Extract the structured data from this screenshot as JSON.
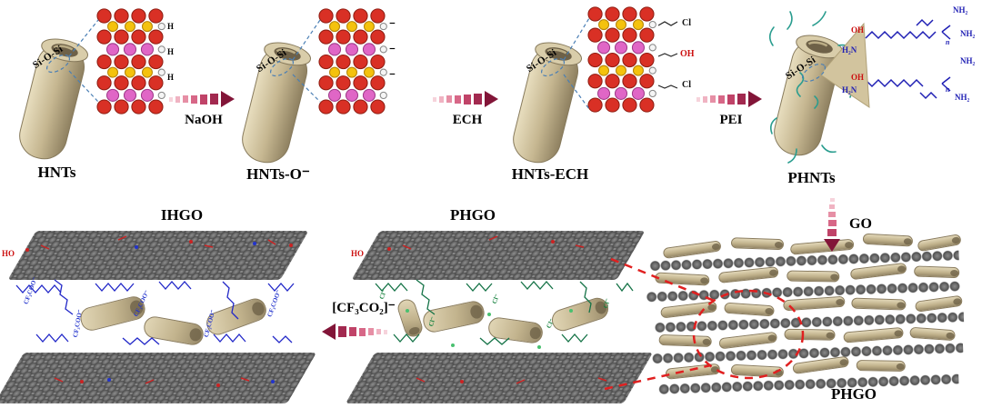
{
  "steps": [
    {
      "label": "HNTs",
      "si_label": "Si-O-Si"
    },
    {
      "label": "HNTs-O⁻",
      "si_label": "Si-O-Si"
    },
    {
      "label": "HNTs-ECH",
      "si_label": "Si-O-Si"
    },
    {
      "label": "PHNTs",
      "si_label": "Si-O-Si"
    }
  ],
  "reaction_arrows": {
    "naoh": "NaOH",
    "ech": "ECH",
    "pei": "PEI",
    "go": "GO",
    "anion_exchange": "[CF₃CO₂]⁻"
  },
  "crystal_hnts": {
    "h_labels": [
      "H",
      "H",
      "H"
    ]
  },
  "crystal_hnts_o": {
    "minus_labels": [
      "⁻",
      "⁻",
      "⁻"
    ]
  },
  "crystal_ech": {
    "group_labels": [
      {
        "text": "Cl",
        "color": "#111111"
      },
      {
        "text": "OH",
        "color": "#cc1111"
      },
      {
        "text": "Cl",
        "color": "#111111"
      }
    ]
  },
  "pei_detail": {
    "oh_labels": [
      "OH",
      "OH"
    ],
    "amine_labels": [
      "NH₂",
      "NH₂",
      "n",
      "H₂N",
      "H₂N",
      "NH₂",
      "n",
      "NH₂"
    ]
  },
  "composites": {
    "ihgo": {
      "title": "IHGO",
      "edge_label": "HO",
      "chain_label": "CF₃COO⁻"
    },
    "phgo_mid": {
      "title": "PHGO",
      "edge_label": "HO",
      "chain_label": "Cl⁻"
    },
    "phgo_right": {
      "title": "PHGO"
    }
  },
  "colors": {
    "tube_tan": "#c8ba94",
    "arrow_dark_red": "#821538",
    "arrow_light_pink": "#f6d3db",
    "pei_teal": "#2a9d8f",
    "chain_blue": "#2228c8",
    "chain_green": "#157347",
    "sphere_gray": "#6a6a6a",
    "highlight_red": "#e02020",
    "crystal_red": "#d93025",
    "crystal_yellow": "#f4c20d",
    "crystal_magenta": "#e066c6"
  }
}
